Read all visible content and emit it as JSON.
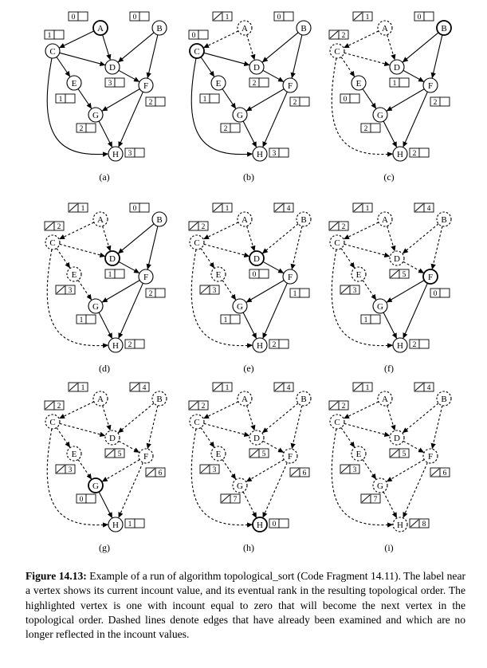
{
  "figure": {
    "nodes": [
      "A",
      "B",
      "C",
      "D",
      "E",
      "F",
      "G",
      "H"
    ],
    "edges": [
      {
        "from": "A",
        "to": "C"
      },
      {
        "from": "A",
        "to": "D"
      },
      {
        "from": "B",
        "to": "D"
      },
      {
        "from": "B",
        "to": "F"
      },
      {
        "from": "C",
        "to": "D"
      },
      {
        "from": "C",
        "to": "E"
      },
      {
        "from": "C",
        "to": "H"
      },
      {
        "from": "D",
        "to": "F"
      },
      {
        "from": "E",
        "to": "G"
      },
      {
        "from": "F",
        "to": "G"
      },
      {
        "from": "F",
        "to": "H"
      },
      {
        "from": "G",
        "to": "H"
      }
    ],
    "panels": [
      {
        "label": "(a)",
        "highlighted": "A",
        "dashed_nodes": [],
        "dashed_edges": [],
        "counts": {
          "A": "0",
          "B": "0",
          "C": "1",
          "D": "3",
          "E": "1",
          "F": "2",
          "G": "2",
          "H": "3"
        },
        "ranks": {}
      },
      {
        "label": "(b)",
        "highlighted": "C",
        "dashed_nodes": [
          "A"
        ],
        "dashed_edges": [
          "A-C",
          "A-D"
        ],
        "counts": {
          "A": "",
          "B": "0",
          "C": "0",
          "D": "2",
          "E": "1",
          "F": "2",
          "G": "2",
          "H": "3"
        },
        "ranks": {
          "A": "1"
        }
      },
      {
        "label": "(c)",
        "highlighted": "B",
        "dashed_nodes": [
          "A",
          "C"
        ],
        "dashed_edges": [
          "A-C",
          "A-D",
          "C-D",
          "C-E",
          "C-H"
        ],
        "counts": {
          "A": "",
          "B": "0",
          "C": "",
          "D": "1",
          "E": "0",
          "F": "2",
          "G": "2",
          "H": "2"
        },
        "ranks": {
          "A": "1",
          "C": "2"
        }
      },
      {
        "label": "(d)",
        "highlighted": "D",
        "dashed_nodes": [
          "A",
          "C",
          "E"
        ],
        "dashed_edges": [
          "A-C",
          "A-D",
          "C-D",
          "C-E",
          "C-H",
          "E-G"
        ],
        "counts": {
          "A": "",
          "B": "0",
          "C": "",
          "D": "1",
          "E": "",
          "F": "2",
          "G": "1",
          "H": "2"
        },
        "ranks": {
          "A": "1",
          "C": "2",
          "E": "3"
        }
      },
      {
        "label": "(e)",
        "highlighted": "D",
        "dashed_nodes": [
          "A",
          "B",
          "C",
          "E"
        ],
        "dashed_edges": [
          "A-C",
          "A-D",
          "C-D",
          "C-E",
          "C-H",
          "E-G",
          "B-D",
          "B-F"
        ],
        "counts": {
          "A": "",
          "B": "",
          "C": "",
          "D": "0",
          "E": "",
          "F": "1",
          "G": "1",
          "H": "2"
        },
        "ranks": {
          "A": "1",
          "B": "4",
          "C": "2",
          "E": "3"
        }
      },
      {
        "label": "(f)",
        "highlighted": "F",
        "dashed_nodes": [
          "A",
          "B",
          "C",
          "D",
          "E"
        ],
        "dashed_edges": [
          "A-C",
          "A-D",
          "C-D",
          "C-E",
          "C-H",
          "E-G",
          "B-D",
          "B-F",
          "D-F"
        ],
        "counts": {
          "A": "",
          "B": "",
          "C": "",
          "D": "",
          "E": "",
          "F": "0",
          "G": "1",
          "H": "2"
        },
        "ranks": {
          "A": "1",
          "B": "4",
          "C": "2",
          "D": "5",
          "E": "3"
        }
      },
      {
        "label": "(g)",
        "highlighted": "G",
        "dashed_nodes": [
          "A",
          "B",
          "C",
          "D",
          "E",
          "F"
        ],
        "dashed_edges": [
          "A-C",
          "A-D",
          "C-D",
          "C-E",
          "C-H",
          "E-G",
          "B-D",
          "B-F",
          "D-F",
          "F-G",
          "F-H"
        ],
        "counts": {
          "A": "",
          "B": "",
          "C": "",
          "D": "",
          "E": "",
          "F": "",
          "G": "0",
          "H": "1"
        },
        "ranks": {
          "A": "1",
          "B": "4",
          "C": "2",
          "D": "5",
          "E": "3",
          "F": "6"
        }
      },
      {
        "label": "(h)",
        "highlighted": "H",
        "dashed_nodes": [
          "A",
          "B",
          "C",
          "D",
          "E",
          "F",
          "G"
        ],
        "dashed_edges": [
          "A-C",
          "A-D",
          "C-D",
          "C-E",
          "C-H",
          "E-G",
          "B-D",
          "B-F",
          "D-F",
          "F-G",
          "F-H",
          "G-H"
        ],
        "counts": {
          "A": "",
          "B": "",
          "C": "",
          "D": "",
          "E": "",
          "F": "",
          "G": "",
          "H": "0"
        },
        "ranks": {
          "A": "1",
          "B": "4",
          "C": "2",
          "D": "5",
          "E": "3",
          "F": "6",
          "G": "7"
        }
      },
      {
        "label": "(i)",
        "highlighted": "",
        "dashed_nodes": [
          "A",
          "B",
          "C",
          "D",
          "E",
          "F",
          "G",
          "H"
        ],
        "dashed_edges": [
          "A-C",
          "A-D",
          "C-D",
          "C-E",
          "C-H",
          "E-G",
          "B-D",
          "B-F",
          "D-F",
          "F-G",
          "F-H",
          "G-H"
        ],
        "counts": {
          "A": "",
          "B": "",
          "C": "",
          "D": "",
          "E": "",
          "F": "",
          "G": "",
          "H": ""
        },
        "ranks": {
          "A": "1",
          "B": "4",
          "C": "2",
          "D": "5",
          "E": "3",
          "F": "6",
          "G": "7",
          "H": "8"
        }
      }
    ]
  },
  "caption": {
    "label": "Figure 14.13:",
    "text_1": " Example of a run of algorithm ",
    "func": "topological_sort",
    "text_2": " (Code Fragment 14.11).  The label near a vertex shows its current incount value, and its eventual rank in the resulting topological order.  The highlighted vertex is one with incount equal to zero that will become the next vertex in the topological order. Dashed lines denote edges that have already been examined and which are no longer reflected in the incount values."
  }
}
